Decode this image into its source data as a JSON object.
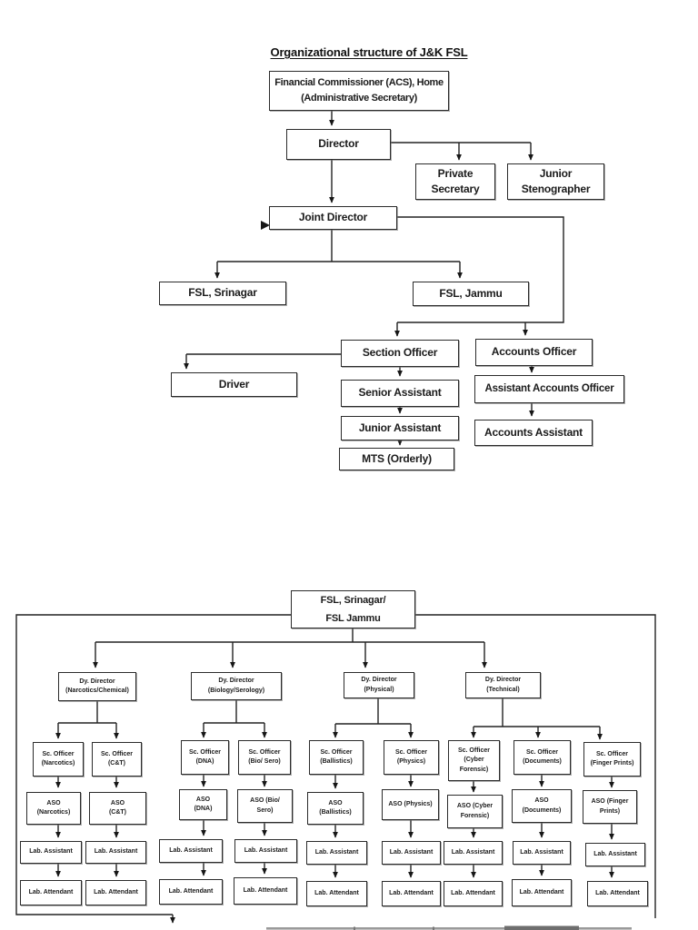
{
  "page": {
    "title": "Organizational structure of J&K FSL"
  },
  "top_chart": {
    "nodes": {
      "financial_commissioner": "Financial Commissioner (ACS), Home\n(Administrative Secretary)",
      "director": "Director",
      "private_secretary": "Private\nSecretary",
      "junior_stenographer": "Junior\nStenographer",
      "joint_director": "Joint Director",
      "fsl_srinagar": "FSL, Srinagar",
      "fsl_jammu": "FSL, Jammu",
      "section_officer": "Section Officer",
      "accounts_officer": "Accounts Officer",
      "driver": "Driver",
      "senior_assistant": "Senior Assistant",
      "assistant_accounts_officer": "Assistant Accounts Officer",
      "junior_assistant": "Junior Assistant",
      "accounts_assistant": "Accounts Assistant",
      "mts": "MTS (Orderly)"
    }
  },
  "bottom_chart": {
    "root": "FSL, Srinagar/\nFSL Jammu",
    "divisions": [
      {
        "head": "Dy. Director\n(Narcotics/Chemical)"
      },
      {
        "head": "Dy. Director\n(Biology/Serology)"
      },
      {
        "head": "Dy. Director\n(Physical)"
      },
      {
        "head": "Dy. Director\n(Technical)"
      }
    ],
    "columns": [
      {
        "sc": "Sc. Officer\n(Narcotics)",
        "aso": "ASO\n(Narcotics)",
        "assistant": "Lab. Assistant",
        "attendant": "Lab. Attendant"
      },
      {
        "sc": "Sc. Officer\n(C&T)",
        "aso": "ASO\n(C&T)",
        "assistant": "Lab. Assistant",
        "attendant": "Lab. Attendant"
      },
      {
        "sc": "Sc. Officer\n(DNA)",
        "aso": "ASO\n(DNA)",
        "assistant": "Lab. Assistant",
        "attendant": "Lab. Attendant"
      },
      {
        "sc": "Sc. Officer\n(Bio/ Sero)",
        "aso": "ASO (Bio/\nSero)",
        "assistant": "Lab. Assistant",
        "attendant": "Lab. Attendant"
      },
      {
        "sc": "Sc. Officer\n(Ballistics)",
        "aso": "ASO\n(Ballistics)",
        "assistant": "Lab. Assistant",
        "attendant": "Lab. Attendant"
      },
      {
        "sc": "Sc. Officer\n(Physics)",
        "aso": "ASO (Physics)",
        "assistant": "Lab. Assistant",
        "attendant": "Lab. Attendant"
      },
      {
        "sc": "Sc. Officer\n(Cyber\nForensic)",
        "aso": "ASO (Cyber\nForensic)",
        "assistant": "Lab. Assistant",
        "attendant": "Lab. Attendant"
      },
      {
        "sc": "Sc. Officer\n(Documents)",
        "aso": "ASO\n(Documents)",
        "assistant": "Lab. Assistant",
        "attendant": "Lab. Attendant"
      },
      {
        "sc": "Sc. Officer\n(Finger Prints)",
        "aso": "ASO (Finger\nPrints)",
        "assistant": "Lab. Assistant",
        "attendant": "Lab. Attendant"
      }
    ]
  }
}
